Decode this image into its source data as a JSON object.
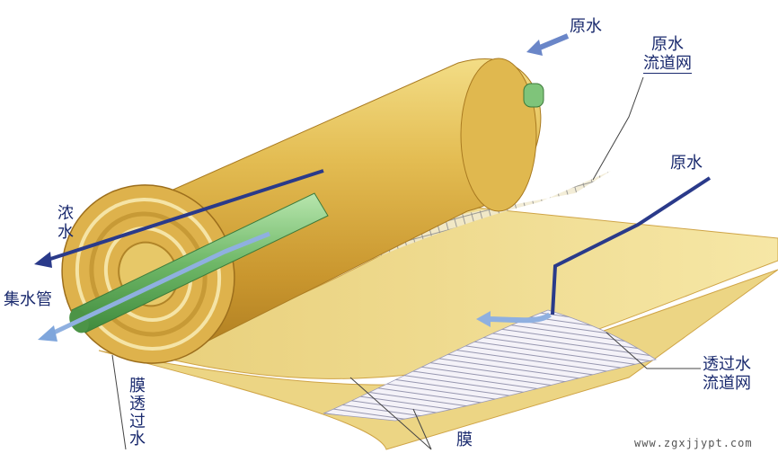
{
  "labels": {
    "raw_water_top": "原水",
    "raw_water_channel": "原水\n流道网",
    "raw_water_right": "原水",
    "concentrate": "浓\n水",
    "collector_pipe": "集水管",
    "permeate_vertical": "膜透过水",
    "permeate_channel": "透过水\n流道网",
    "membrane": "膜"
  },
  "watermark": "www.zgxjjypt.com",
  "colors": {
    "membrane_yellow": "#f2dc8c",
    "membrane_edge": "#d9b04a",
    "roll_gold": "#e6c25a",
    "pipe_green": "#7fc47a",
    "arrow_dark": "#2a3a8a",
    "arrow_light": "#7fa6dc",
    "label": "#1a2a6e"
  }
}
